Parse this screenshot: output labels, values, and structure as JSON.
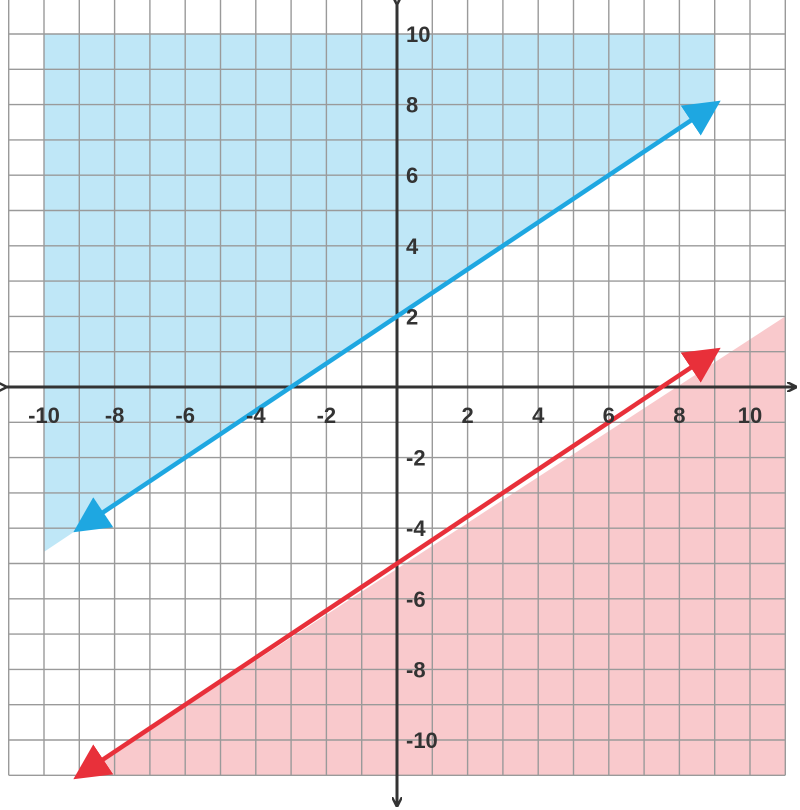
{
  "chart_data": {
    "type": "line",
    "title": "",
    "xlabel": "",
    "ylabel": "",
    "xlim": [
      -11,
      11
    ],
    "ylim": [
      -11,
      11
    ],
    "grid": true,
    "grid_color": "#9a9a9a",
    "x_ticks": [
      -10,
      -8,
      -6,
      -4,
      -2,
      2,
      4,
      6,
      8,
      10
    ],
    "y_ticks": [
      -10,
      -8,
      -6,
      -4,
      -2,
      2,
      4,
      6,
      8,
      10
    ],
    "x_tick_labels": [
      "-10",
      "-8",
      "-6",
      "-4",
      "-2",
      "2",
      "4",
      "6",
      "8",
      "10"
    ],
    "y_tick_labels": [
      "-10",
      "-8",
      "-6",
      "-4",
      "-2",
      "2",
      "4",
      "6",
      "8",
      "10"
    ],
    "series": [
      {
        "color": "#1ea7e1",
        "shade_color": "#bfe7f7",
        "shade": "above",
        "x": [
          -9,
          9
        ],
        "y": [
          -4,
          8
        ],
        "shade_region": [
          [
            -10,
            10
          ],
          [
            9,
            10
          ],
          [
            9,
            8
          ],
          [
            -10,
            -4.67
          ]
        ]
      },
      {
        "color": "#e8303a",
        "shade_color": "#f9c9cc",
        "shade": "below",
        "x": [
          -9,
          9
        ],
        "y": [
          -11,
          1
        ],
        "shade_region": [
          [
            -9,
            -11
          ],
          [
            11,
            2
          ],
          [
            11,
            -11
          ]
        ]
      }
    ]
  }
}
